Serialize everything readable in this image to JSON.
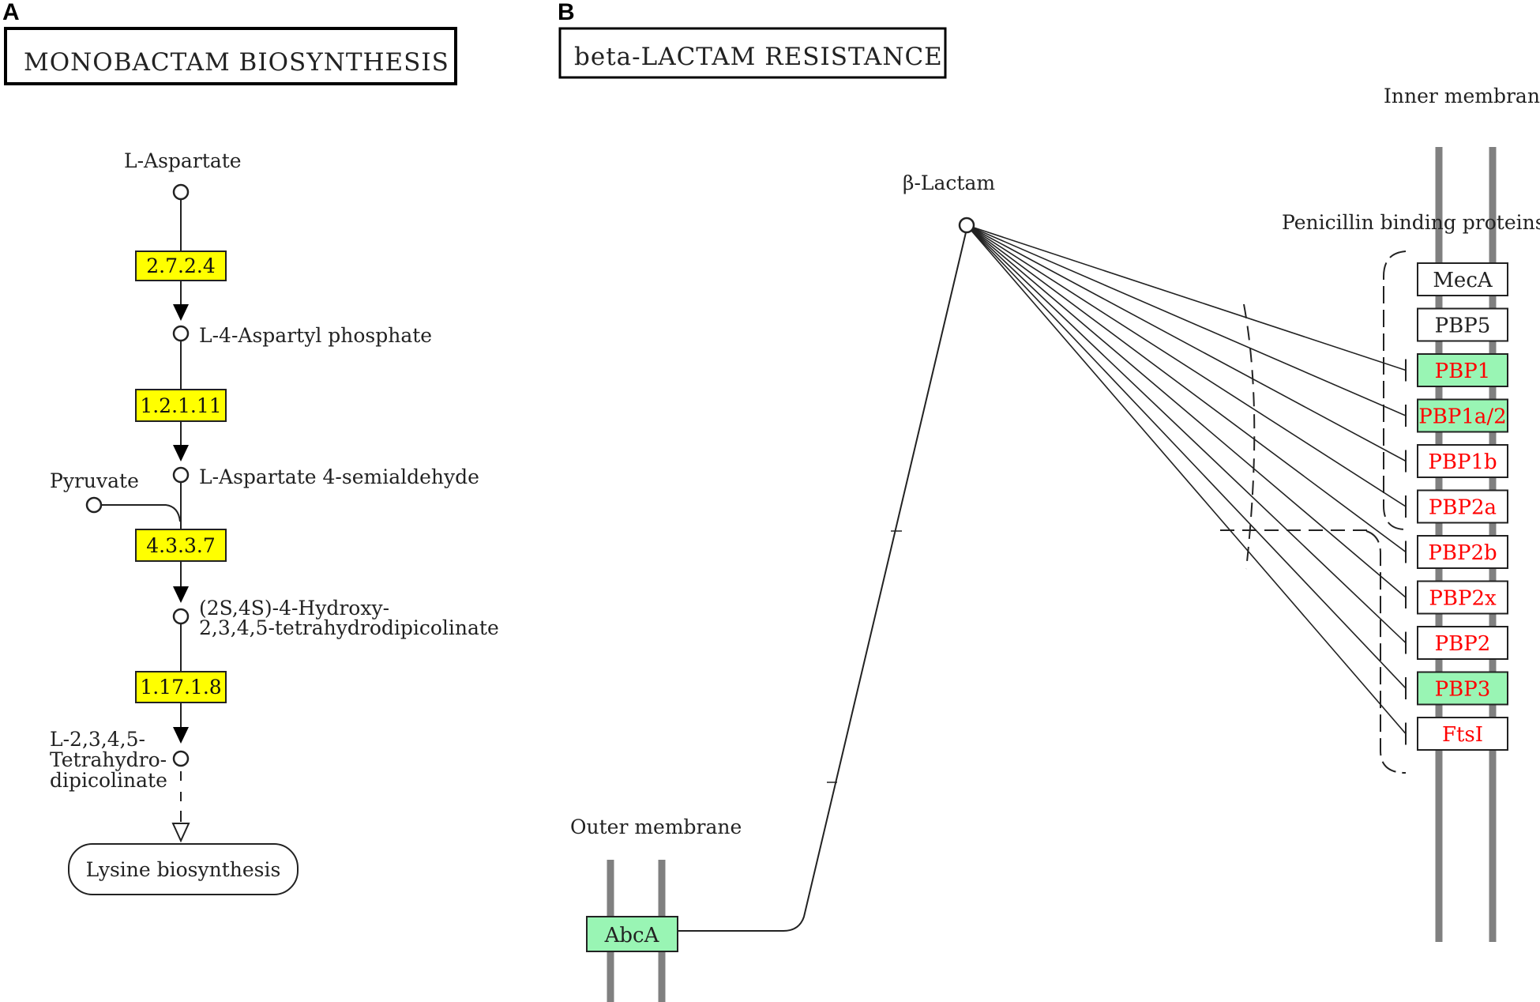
{
  "panel_a": {
    "letter": "A",
    "title": "MONOBACTAM BIOSYNTHESIS",
    "compounds": {
      "aspartate": "L-Aspartate",
      "aspartyl_phosphate": "L-4-Aspartyl phosphate",
      "semialdehyde": "L-Aspartate 4-semialdehyde",
      "pyruvate": "Pyruvate",
      "hydroxy_line1": "(2S,4S)-4-Hydroxy-",
      "hydroxy_line2": "2,3,4,5-tetrahydrodipicolinate",
      "thdp_line1": "L-2,3,4,5-",
      "thdp_line2": "Tetrahydro-",
      "thdp_line3": "dipicolinate"
    },
    "enzymes": [
      "2.7.2.4",
      "1.2.1.11",
      "4.3.3.7",
      "1.17.1.8"
    ],
    "pathway_link": "Lysine biosynthesis",
    "enzyme_fill": "#ffff00"
  },
  "panel_b": {
    "letter": "B",
    "title": "beta-LACTAM RESISTANCE",
    "compound": "β-Lactam",
    "inner_membrane": "Inner membrane",
    "outer_membrane": "Outer membrane",
    "pbp_group": "Penicillin binding proteins",
    "transporter": "AbcA",
    "genes": [
      {
        "label": "MecA",
        "highlight": false,
        "text_color": "#222222"
      },
      {
        "label": "PBP5",
        "highlight": false,
        "text_color": "#222222"
      },
      {
        "label": "PBP1",
        "highlight": true,
        "text_color": "#ff0000"
      },
      {
        "label": "PBP1a/2",
        "highlight": true,
        "text_color": "#ff0000"
      },
      {
        "label": "PBP1b",
        "highlight": false,
        "text_color": "#ff0000"
      },
      {
        "label": "PBP2a",
        "highlight": false,
        "text_color": "#ff0000"
      },
      {
        "label": "PBP2b",
        "highlight": false,
        "text_color": "#ff0000"
      },
      {
        "label": "PBP2x",
        "highlight": false,
        "text_color": "#ff0000"
      },
      {
        "label": "PBP2",
        "highlight": false,
        "text_color": "#ff0000"
      },
      {
        "label": "PBP3",
        "highlight": true,
        "text_color": "#ff0000"
      },
      {
        "label": "FtsI",
        "highlight": false,
        "text_color": "#ff0000"
      }
    ],
    "highlight_fill": "#99f5b4",
    "membrane_color": "#808080"
  }
}
